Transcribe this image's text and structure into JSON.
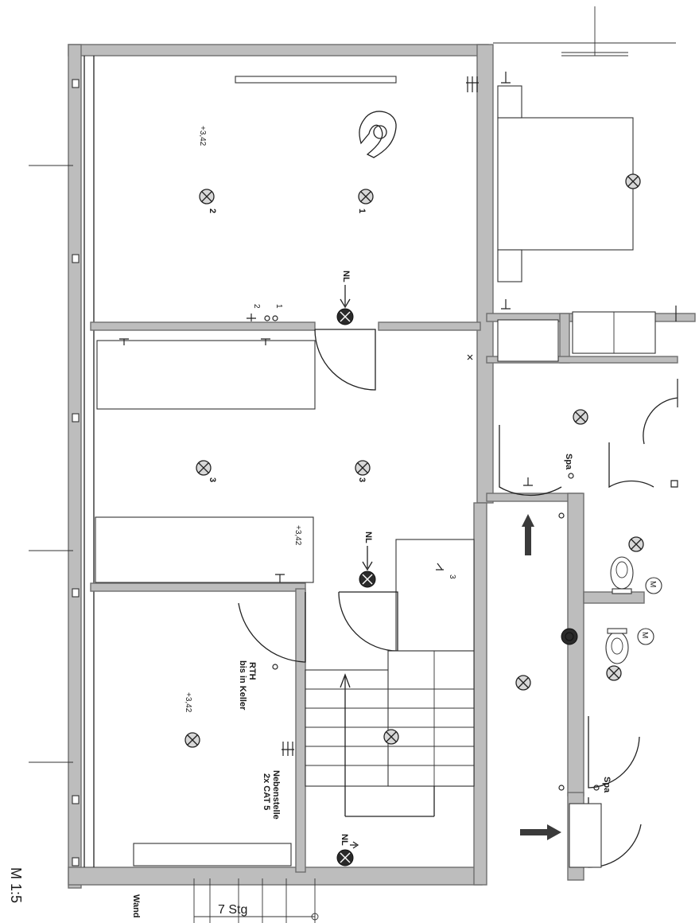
{
  "labels": {
    "lamp_numbers": [
      "1",
      "2",
      "3",
      "3"
    ],
    "height_marks": [
      "+3,42",
      "+3,42",
      "+3,42"
    ],
    "nl": [
      "NL",
      "NL",
      "NL"
    ],
    "rth": "RTH",
    "bis_in_keller": "bis in Keller",
    "nebenstelle": "Nebenstelle",
    "cat5": "2x CAT 5",
    "spa": [
      "Spa",
      "Spa"
    ],
    "m": [
      "M",
      "M"
    ],
    "wand": "Wand",
    "stg": "7 Stg",
    "switch_nums": [
      "1",
      "2",
      "3"
    ],
    "corner_text": "M 1:5"
  },
  "colors": {
    "wall_fill": "#bdbdbd",
    "ink": "#222222",
    "background": "#ffffff"
  }
}
